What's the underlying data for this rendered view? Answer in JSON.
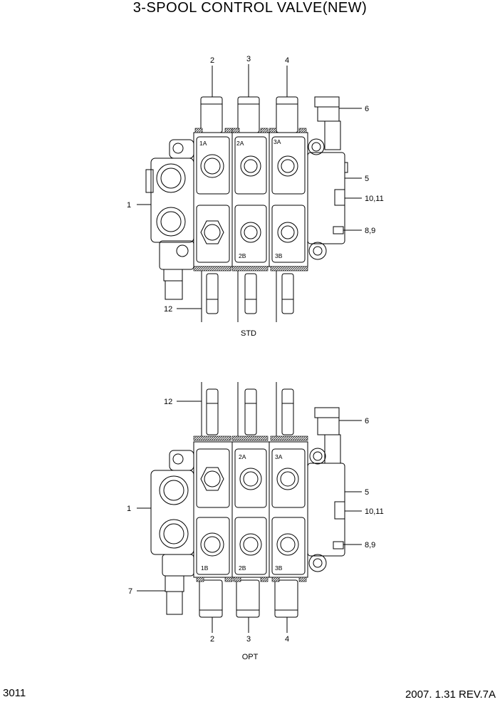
{
  "title": "3-SPOOL CONTROL VALVE(NEW)",
  "footer": {
    "page_number": "3011",
    "revision": "2007. 1.31 REV.7A"
  },
  "std_view": {
    "caption": "STD",
    "callouts": [
      "2",
      "3",
      "4",
      "6",
      "5",
      "10,11",
      "8,9",
      "1",
      "12"
    ],
    "ports": [
      "1A",
      "2A",
      "3A",
      "2B",
      "3B"
    ]
  },
  "opt_view": {
    "caption": "OPT",
    "callouts": [
      "12",
      "6",
      "5",
      "10,11",
      "8,9",
      "1",
      "7",
      "2",
      "3",
      "4"
    ],
    "ports": [
      "2A",
      "3A",
      "1B",
      "2B",
      "3B"
    ]
  }
}
